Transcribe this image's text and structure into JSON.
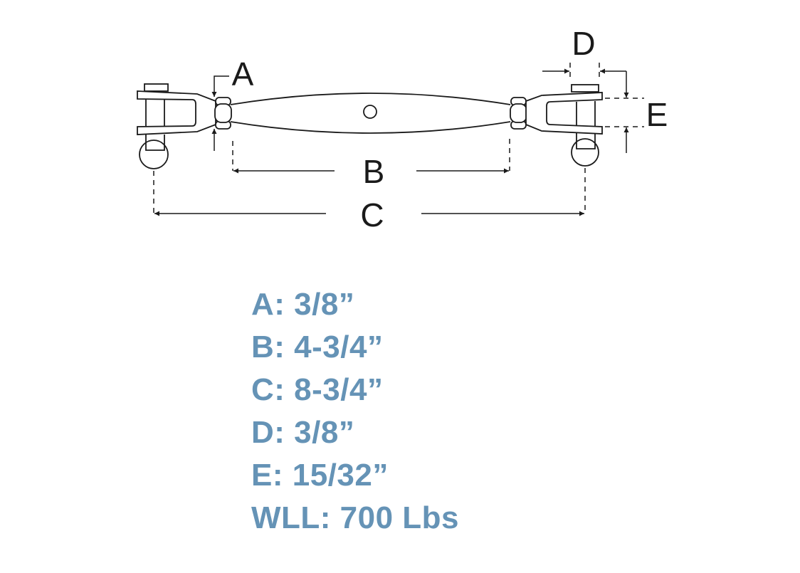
{
  "diagram": {
    "labels": {
      "a": "A",
      "b": "B",
      "c": "C",
      "d": "D",
      "e": "E"
    }
  },
  "specs": [
    "A: 3/8”",
    "B: 4-3/4”",
    "C: 8-3/4”",
    "D: 3/8”",
    "E: 15/32”",
    "WLL: 700 Lbs"
  ],
  "colors": {
    "spec_text": "#6593b6",
    "line": "#1a1a1a"
  }
}
